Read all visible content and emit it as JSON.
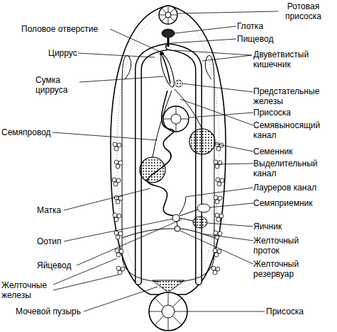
{
  "diagram": {
    "labels": [
      "Ротовая присоска",
      "Половое отверстие",
      "Глотка",
      "Пищевод",
      "Двуветвистый кишечник",
      "Циррус",
      "Сумка цирруса",
      "Предстательные железы",
      "Присоска",
      "Семявыносящий канал",
      "Семяпровод",
      "Семенник",
      "Выделительный канал",
      "Лауреров канал",
      "Матка",
      "Семяприемник",
      "Яичник",
      "Оотип",
      "Желточный проток",
      "Яйцевод",
      "Желточный резервуар",
      "Желточные железы",
      "Мочевой пузырь",
      "Присоска"
    ]
  }
}
